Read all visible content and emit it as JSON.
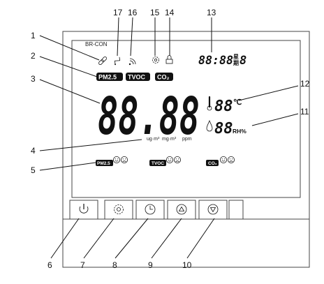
{
  "device": {
    "brand": "BR-CON",
    "clock": "88:88",
    "weekday_label": "星期",
    "weekday_digit": "8",
    "main_reading": "88.88",
    "main_units": [
      "ug·m³",
      "mg·m³",
      "ppm"
    ],
    "temperature": "88",
    "temperature_unit": "℃",
    "humidity": "88",
    "humidity_unit": "RH%",
    "indicator_tags": [
      "PM2.5",
      "TVOC",
      "CO₂"
    ],
    "status_groups": [
      {
        "label": "PM2.5"
      },
      {
        "label": "TVOC"
      },
      {
        "label": "CO₂"
      }
    ]
  },
  "callouts": {
    "n1": "1",
    "n2": "2",
    "n3": "3",
    "n4": "4",
    "n5": "5",
    "n6": "6",
    "n7": "7",
    "n8": "8",
    "n9": "9",
    "n10": "10",
    "n11": "11",
    "n12": "12",
    "n13": "13",
    "n14": "14",
    "n15": "15",
    "n16": "16",
    "n17": "17"
  },
  "icons": {
    "button_1": "power-icon",
    "button_2": "gear-icon",
    "button_3": "clock-icon",
    "button_4": "up-triangle-icon",
    "button_5": "down-triangle-icon",
    "status_1": "link-icon",
    "status_2": "signal-icon",
    "status_3": "wifi-icon",
    "status_4": "gear-icon",
    "status_5": "lock-icon",
    "temperature": "thermometer-icon",
    "humidity": "droplet-icon"
  },
  "colors": {
    "tag_background": "#111111",
    "outline": "#444444"
  }
}
